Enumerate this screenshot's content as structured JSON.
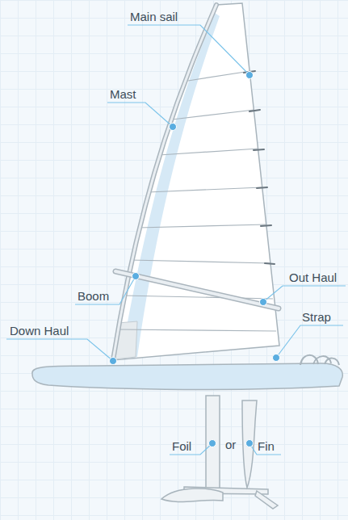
{
  "diagram": {
    "labels": [
      "Main sail",
      "Mast",
      "Boom",
      "Out Haul",
      "Down Haul",
      "Strap",
      "Foil",
      "or",
      "Fin"
    ]
  }
}
